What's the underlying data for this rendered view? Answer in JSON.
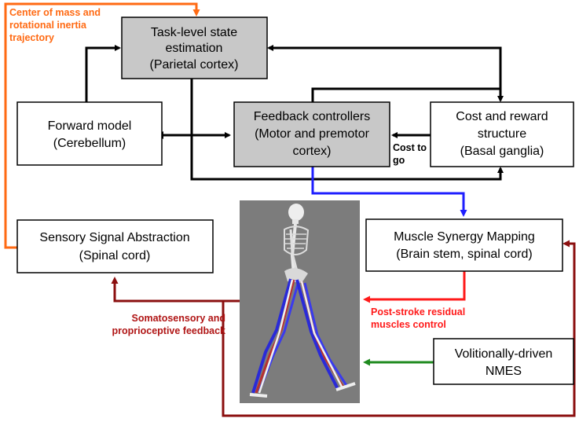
{
  "nodes": {
    "task_state": {
      "line1": "Task-level state",
      "line2": "estimation",
      "line3": "(Parietal cortex)"
    },
    "forward_model": {
      "line1": "Forward model",
      "line2": "(Cerebellum)"
    },
    "feedback": {
      "line1": "Feedback controllers",
      "line2": "(Motor and premotor",
      "line3": "cortex)"
    },
    "cost_reward": {
      "line1": "Cost and reward",
      "line2": "structure",
      "line3": "(Basal ganglia)"
    },
    "sensory": {
      "line1": "Sensory Signal Abstraction",
      "line2": "(Spinal cord)"
    },
    "synergy": {
      "line1": "Muscle Synergy Mapping",
      "line2": "(Brain stem, spinal cord)"
    },
    "nmes": {
      "line1": "Volitionally-driven",
      "line2": "NMES"
    }
  },
  "labels": {
    "com": {
      "line1": "Center of mass and",
      "line2": "rotational inertia",
      "line3": "trajectory"
    },
    "cost_to_go": {
      "line1": "Cost to",
      "line2": "go"
    },
    "post_stroke": {
      "line1": "Post-stroke residual",
      "line2": "muscles control"
    },
    "somato": {
      "line1": "Somatosensory and",
      "line2": "proprioceptive feedback"
    }
  },
  "colors": {
    "orange": "#ff6a13",
    "blue": "#1f1fff",
    "red": "#ff1a1a",
    "green": "#1e8a1e",
    "maroon": "#8b0f0f",
    "node_gray": "#c8c8c8",
    "panel_gray": "#7c7c7c"
  },
  "icons": {
    "skeleton": "walking-skeleton-figure"
  }
}
